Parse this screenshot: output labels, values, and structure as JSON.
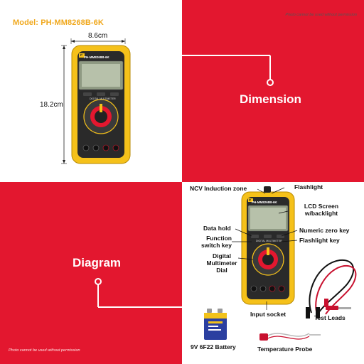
{
  "header": {
    "model": "Model: PH-MM8268B-6K",
    "watermark_top": "Photo cannot be used without permission",
    "watermark_bottom": "Photo cannot be used without permission"
  },
  "dimension_panel": {
    "width_label": "8.6cm",
    "height_label": "18.2cm",
    "title": "Dimension"
  },
  "device": {
    "model_text": "PH-MM8268B-6K",
    "brand_letter": "P",
    "subtitle": "DIGITAL MULTIMETER"
  },
  "diagram_panel": {
    "title": "Diagram",
    "callouts": {
      "ncv": "NCV Induction zone",
      "flashlight": "Flashlight",
      "lcd": "LCD Screen w/backlight",
      "data_hold": "Data hold",
      "function_key": "Function switch key",
      "numeric_zero": "Numeric zero key",
      "flashlight_key": "Flashlight key",
      "dial": "Digital Multimeter Dial",
      "input_socket": "Input socket",
      "test_leads": "Test Leads",
      "battery": "9V 6F22 Battery",
      "temperature_probe": "Temperature Probe"
    }
  },
  "colors": {
    "red": "#e3172f",
    "yellow": "#f5c11a",
    "model_orange": "#f0a81d",
    "device_body": "#2a2a2a"
  }
}
